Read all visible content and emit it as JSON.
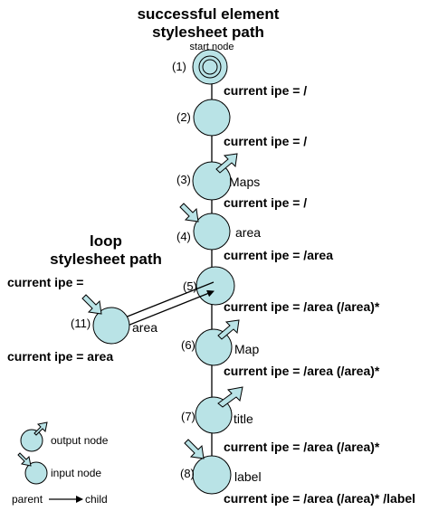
{
  "titles": {
    "main_line1": "successful element",
    "main_line2": "stylesheet path",
    "loop_line1": "loop",
    "loop_line2": "stylesheet path"
  },
  "start_label": "start node",
  "nodes": [
    {
      "id": "(1)",
      "label": "",
      "type": "start"
    },
    {
      "id": "(2)",
      "label": "",
      "type": "plain"
    },
    {
      "id": "(3)",
      "label": "Maps",
      "type": "output"
    },
    {
      "id": "(4)",
      "label": "area",
      "type": "input"
    },
    {
      "id": "(5)",
      "label": "",
      "type": "plain"
    },
    {
      "id": "(6)",
      "label": "Map",
      "type": "output"
    },
    {
      "id": "(7)",
      "label": "title",
      "type": "output"
    },
    {
      "id": "(8)",
      "label": "label",
      "type": "input"
    },
    {
      "id": "(11)",
      "label": "area",
      "type": "input"
    }
  ],
  "ipe_labels": [
    "current ipe = /",
    "current ipe = /",
    "current ipe = /",
    "current ipe = /area",
    "current ipe = /area (/area)*",
    "current ipe = /area (/area)*",
    "current ipe = /area (/area)*",
    "current ipe = /area (/area)* /label"
  ],
  "loop_ipe": {
    "before": "current ipe =",
    "after": "current ipe = area"
  },
  "legend": {
    "output": "output node",
    "input": "input node",
    "parent": "parent",
    "child": "child"
  },
  "colors": {
    "node_fill": "#b9e3e6",
    "stroke": "#000000"
  }
}
